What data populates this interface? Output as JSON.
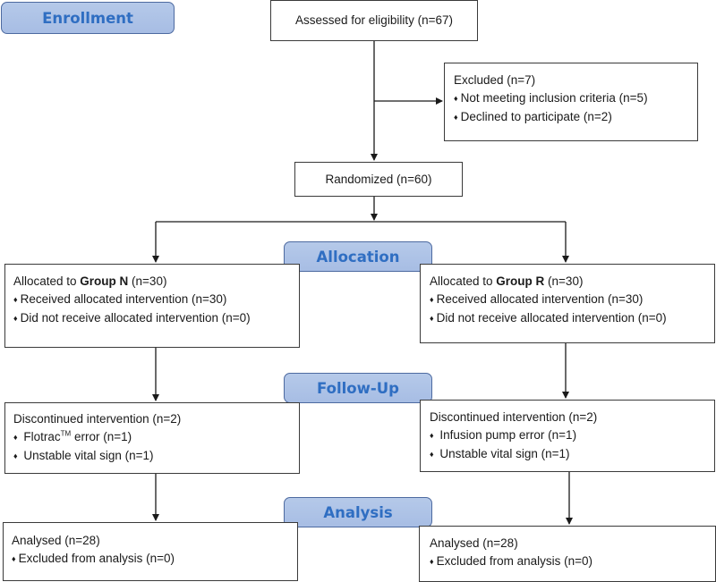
{
  "stages": {
    "enrollment": "Enrollment",
    "allocation": "Allocation",
    "followup": "Follow-Up",
    "analysis": "Analysis"
  },
  "bullet": "♦",
  "assessed": "Assessed for eligibility (n=67)",
  "excluded": {
    "title": "Excluded (n=7)",
    "items": [
      "Not meeting inclusion criteria (n=5)",
      "Declined to participate (n=2)"
    ]
  },
  "randomized": "Randomized (n=60)",
  "allocated": {
    "left": {
      "prefix": "Allocated to ",
      "group": "Group N",
      "suffix": " (n=30)",
      "items": [
        "Received allocated intervention (n=30)",
        "Did not receive allocated intervention (n=0)"
      ]
    },
    "right": {
      "prefix": "Allocated to ",
      "group": "Group R",
      "suffix": " (n=30)",
      "items": [
        "Received allocated intervention (n=30)",
        "Did not receive allocated intervention (n=0)"
      ]
    }
  },
  "followup": {
    "left": {
      "title": "Discontinued intervention (n=2)",
      "item1_pre": "Flotrac",
      "item1_sup": "TM",
      "item1_post": " error (n=1)",
      "item2": "Unstable vital sign (n=1)"
    },
    "right": {
      "title": "Discontinued intervention (n=2)",
      "items": [
        "Infusion pump error (n=1)",
        "Unstable vital sign (n=1)"
      ]
    }
  },
  "analysis": {
    "left": {
      "title": "Analysed (n=28)",
      "item": "Excluded from analysis (n=0)"
    },
    "right": {
      "title": "Analysed (n=28)",
      "item": "Excluded from analysis (n=0)"
    }
  }
}
